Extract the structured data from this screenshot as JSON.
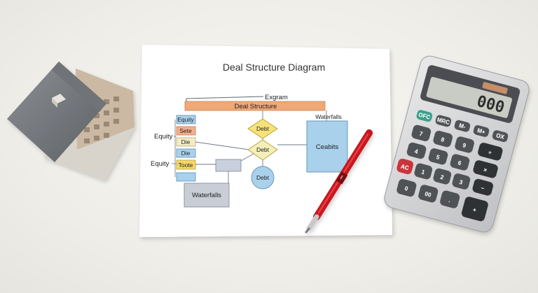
{
  "diagram": {
    "title": "Deal Structure Diagram",
    "subtitle": "Exgram",
    "bar_label": "Deal Structure",
    "left_boxes": [
      "Equity",
      "Sete",
      "Die",
      "Die",
      "Toote"
    ],
    "side_labels": [
      "Equity",
      "Equity"
    ],
    "diamond_1": "Debt",
    "diamond_2": "Debt",
    "circle": "Debt",
    "waterfalls_top": "Waterfalls",
    "waterfalls_bottom": "Waterfalls",
    "right_box": "Ceabits",
    "colors": {
      "bar": "#f0a877",
      "diamond": "#f7e27a",
      "blue": "#a9d1ec",
      "orange": "#f2b08a",
      "grey": "#c9cdd6"
    }
  },
  "calculator": {
    "display": "000",
    "keys": [
      [
        "OFC",
        "MRC",
        "M-",
        "M+",
        "OX"
      ],
      [
        "7",
        "8",
        "9",
        "÷"
      ],
      [
        "4",
        "5",
        "6",
        "×"
      ],
      [
        "AC",
        "1",
        "2",
        "3",
        "−"
      ],
      [
        "0",
        "00",
        ".",
        "+"
      ]
    ]
  },
  "objects": {
    "house_icon": "house-model",
    "pen_icon": "red-pen"
  }
}
